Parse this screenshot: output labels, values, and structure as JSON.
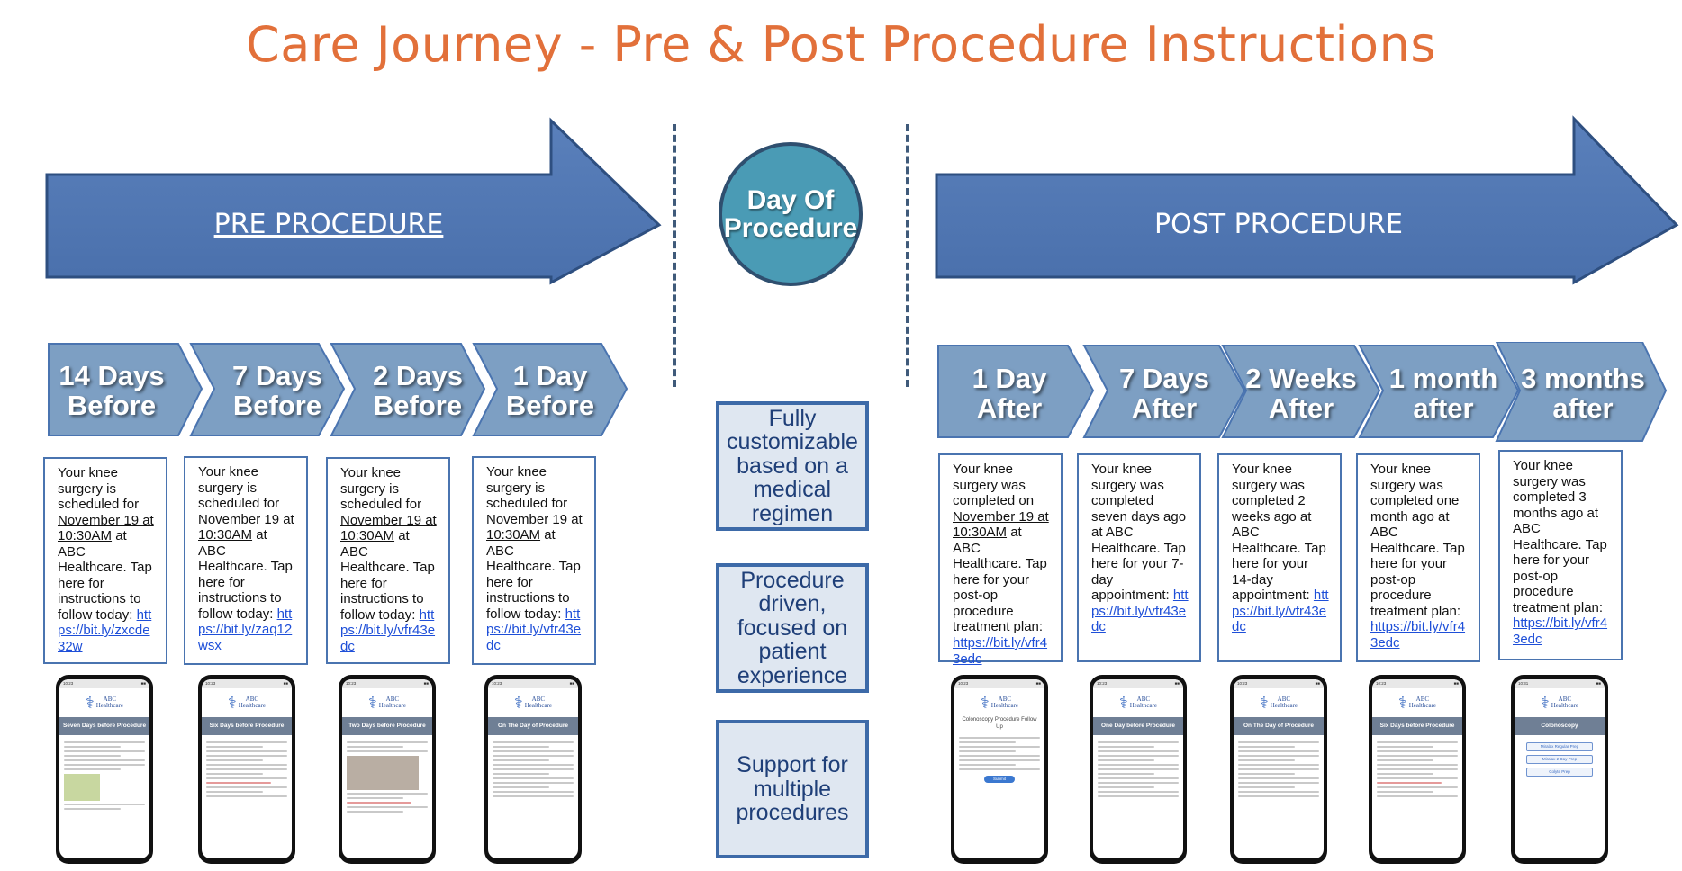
{
  "title": "Care Journey - Pre & Post Procedure Instructions",
  "pre_procedure_label": "PRE PROCEDURE",
  "post_procedure_label": "POST PROCEDURE",
  "day_of_label": "Day Of Procedure",
  "colors": {
    "title": "#e2703a",
    "arrow": "#4f76b3",
    "chevron": "#7d9fc3",
    "circle": "#4a9bb5",
    "feature_border": "#3d6aa8",
    "link": "#1e4fd8"
  },
  "pre_steps": [
    {
      "label": "14 Days Before",
      "msg_a": "Your knee surgery is scheduled for ",
      "msg_date": "November 19 at 10:30AM",
      "msg_b": " at ABC Healthcare. Tap here for instructions to follow today:",
      "link": "https://bit.ly/zxcde32w",
      "screen_title": "Seven Days before Procedure"
    },
    {
      "label": "7 Days Before",
      "msg_a": "Your knee surgery is scheduled for ",
      "msg_date": "November 19 at 10:30AM",
      "msg_b": " at ABC Healthcare. Tap here for instructions to follow today:",
      "link": "https://bit.ly/zaq12wsx",
      "screen_title": "Six Days before Procedure"
    },
    {
      "label": "2 Days Before",
      "msg_a": "Your knee surgery is scheduled for ",
      "msg_date": "November 19 at 10:30AM",
      "msg_b": " at ABC Healthcare. Tap here for instructions to follow today:",
      "link": "https://bit.ly/vfr43edc",
      "screen_title": "Two Days before Procedure"
    },
    {
      "label": "1 Day Before",
      "msg_a": "Your knee surgery is scheduled for ",
      "msg_date": "November 19 at 10:30AM",
      "msg_b": " at ABC Healthcare. Tap here for instructions to follow today:",
      "link": "https://bit.ly/vfr43edc",
      "screen_title": "On The Day of Procedure"
    }
  ],
  "post_steps": [
    {
      "label": "1 Day After",
      "msg_a": "Your knee surgery was completed on ",
      "msg_date": "November 19 at 10:30AM",
      "msg_b": " at ABC Healthcare. Tap here for your post-op procedure treatment plan:",
      "link": "https://bit.ly/vfr43edc",
      "screen_title": "Colonoscopy Procedure Follow Up"
    },
    {
      "label": "7 Days After",
      "msg_a": "Your knee surgery was completed seven days ago at ABC Healthcare. Tap here for your 7-day appointment:",
      "msg_date": "",
      "msg_b": "",
      "link": "https://bit.ly/vfr43edc",
      "screen_title": "One Day before Procedure"
    },
    {
      "label": "2 Weeks After",
      "msg_a": "Your knee surgery was completed 2 weeks ago at ABC Healthcare. Tap here for your 14-day appointment:",
      "msg_date": "",
      "msg_b": "",
      "link": "https://bit.ly/vfr43edc",
      "screen_title": "On The Day of Procedure"
    },
    {
      "label": "1 month after",
      "msg_a": "Your knee surgery was completed one month ago at ABC Healthcare. Tap here for your post-op procedure treatment plan:",
      "msg_date": "",
      "msg_b": "",
      "link": "https://bit.ly/vfr43edc",
      "screen_title": "Six Days before Procedure"
    },
    {
      "label": "3 months after",
      "msg_a": "Your knee surgery was completed 3 months ago at ABC Healthcare. Tap here for your post-op procedure treatment plan:",
      "msg_date": "",
      "msg_b": "",
      "link": "https://bit.ly/vfr43edc",
      "screen_title": "Colonoscopy"
    }
  ],
  "features": [
    "Fully customizable based on a medical regimen",
    "Procedure driven, focused on patient experience",
    "Support for multiple procedures"
  ],
  "phone": {
    "logo_line1": "ABC",
    "logo_line2": "Healthcare",
    "submit_label": "Submit",
    "prep_items": [
      "Miralax Regular Prep",
      "Miralax 2 Day Prep",
      "Colyte Prep"
    ]
  }
}
